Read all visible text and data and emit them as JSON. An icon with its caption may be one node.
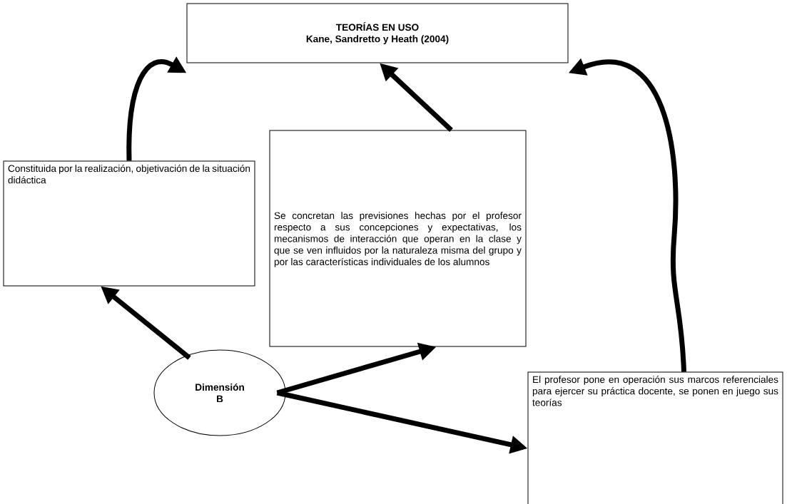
{
  "diagram": {
    "nodes": [
      {
        "text": [
          "TEORÍAS EN USO",
          "Kane, Sandretto y Heath (2004)"
        ]
      },
      {
        "text": [
          "Constituida por la realización, objetivación de la situación didáctica"
        ]
      },
      {
        "text": [
          "Se concretan las previsiones hechas por el profesor respecto a sus concepciones y expectativas, los mecanismos de interacción que operan en la clase y que se ven influidos por la naturaleza misma del grupo y por las características individuales de los alumnos"
        ]
      },
      {
        "text": [
          "El profesor pone en operación sus marcos referenciales para ejercer su práctica docente, se ponen en juego sus teorías"
        ]
      },
      {
        "text": [
          "Dimensión B"
        ]
      }
    ],
    "edges": [
      {
        "from": 4,
        "to": 1,
        "arrow": "to"
      },
      {
        "from": 4,
        "to": 2,
        "arrow": "to"
      },
      {
        "from": 4,
        "to": 3,
        "arrow": "to"
      },
      {
        "from": 1,
        "to": 0,
        "arrow": "to"
      },
      {
        "from": 2,
        "to": 0,
        "arrow": "to"
      },
      {
        "from": 3,
        "to": 0,
        "arrow": "to"
      }
    ]
  }
}
